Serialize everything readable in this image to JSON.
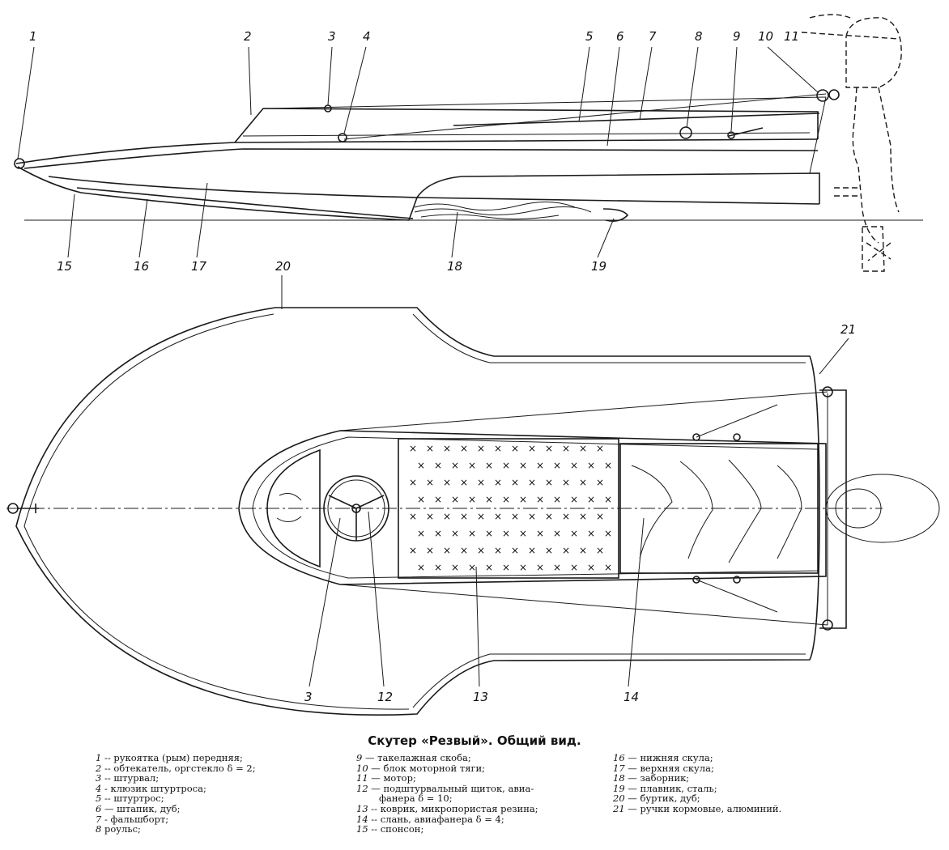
{
  "caption": "Скутер «Резвый». Общий вид.",
  "legend_columns": [
    [
      {
        "n": "1",
        "sep": " -- ",
        "text": "рукоятка (рым) передняя;"
      },
      {
        "n": "2",
        "sep": " -- ",
        "text": "обтекатель, оргстекло δ = 2;"
      },
      {
        "n": "3",
        "sep": " -- ",
        "text": "штурвал;"
      },
      {
        "n": "4",
        "sep": " - ",
        "text": "клюзик штуртроса;"
      },
      {
        "n": "5",
        "sep": " -- ",
        "text": "штуртрос;"
      },
      {
        "n": "6",
        "sep": " — ",
        "text": "штапик, дуб;"
      },
      {
        "n": "7",
        "sep": " - ",
        "text": "фальшборт;"
      },
      {
        "n": "8",
        "sep": " ",
        "text": "роульс;"
      }
    ],
    [
      {
        "n": "9",
        "sep": " — ",
        "text": "такелажная скоба;"
      },
      {
        "n": "10",
        "sep": " — ",
        "text": "блок моторной тяги;"
      },
      {
        "n": "11",
        "sep": " — ",
        "text": "мотор;"
      },
      {
        "n": "12",
        "sep": " — ",
        "text": "подштурвальный щиток, авиа-"
      },
      {
        "n": "",
        "sep": "",
        "text": "фанера δ = 10;"
      },
      {
        "n": "13",
        "sep": " -- ",
        "text": "коврик, микропористая резина;"
      },
      {
        "n": "14",
        "sep": " -- ",
        "text": "слань, авиафанера δ = 4;"
      },
      {
        "n": "15",
        "sep": " -- ",
        "text": "спонсон;"
      }
    ],
    [
      {
        "n": "16",
        "sep": " — ",
        "text": "нижняя скула;"
      },
      {
        "n": "17",
        "sep": " — ",
        "text": "верхняя скула;"
      },
      {
        "n": "18",
        "sep": " — ",
        "text": "заборник;"
      },
      {
        "n": "19",
        "sep": " — ",
        "text": "плавник, сталь;"
      },
      {
        "n": "20",
        "sep": " — ",
        "text": "буртик, дуб;"
      },
      {
        "n": "21",
        "sep": " — ",
        "text": "ручки кормовые, алюминий."
      }
    ]
  ],
  "callouts": {
    "c1": "1",
    "c2": "2",
    "c3": "3",
    "c4": "4",
    "c5": "5",
    "c6": "6",
    "c7": "7",
    "c8": "8",
    "c9": "9",
    "c10": "10",
    "c11": "11",
    "c15": "15",
    "c16": "16",
    "c17": "17",
    "c18": "18",
    "c19": "19",
    "c20": "20",
    "c21": "21",
    "c3b": "3",
    "c12": "12",
    "c13": "13",
    "c14": "14"
  }
}
